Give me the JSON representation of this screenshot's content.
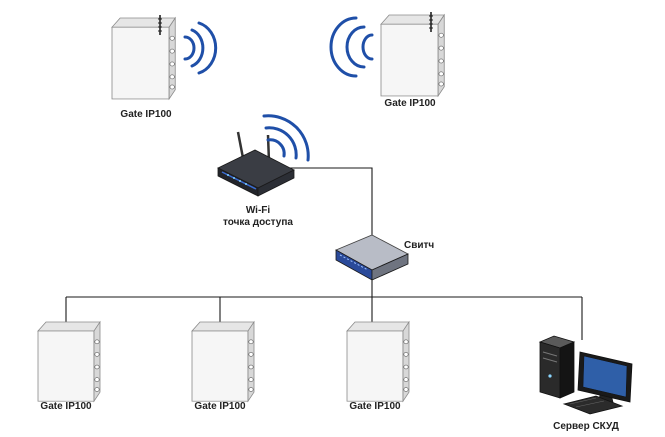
{
  "labels": {
    "gate_top_left": "Gate IP100",
    "gate_top_right": "Gate IP100",
    "wifi_line1": "Wi-Fi",
    "wifi_line2": "точка доступа",
    "switch": "Свитч",
    "gate_bottom_1": "Gate IP100",
    "gate_bottom_2": "Gate IP100",
    "gate_bottom_3": "Gate IP100",
    "server": "Сервер СКУД"
  },
  "colors": {
    "line": "#1a1a1a",
    "wave": "#1f4fa8",
    "device_body": "#f4f4f4",
    "device_edge": "#8a8a8a",
    "router_body": "#2b2d33",
    "switch_accent": "#2a4a9a",
    "server_body": "#202020"
  },
  "icons": {
    "gate": "gate-controller-icon",
    "wifi": "wifi-router-icon",
    "switch": "network-switch-icon",
    "server": "server-pc-icon"
  }
}
